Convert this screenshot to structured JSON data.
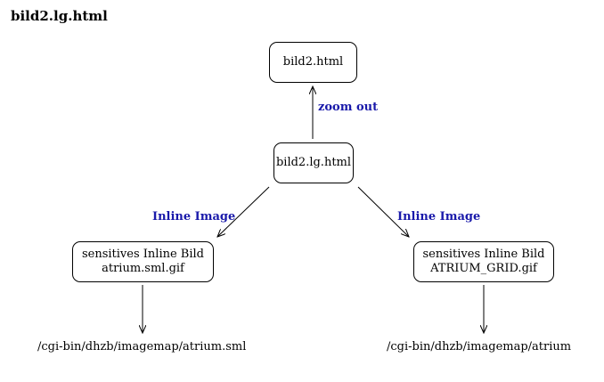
{
  "title": "bild2.lg.html",
  "nodes": {
    "top": {
      "label": "bild2.html"
    },
    "center": {
      "label": "bild2.lg.html"
    },
    "left": {
      "line1": "sensitives Inline Bild",
      "line2": "atrium.sml.gif"
    },
    "right": {
      "line1": "sensitives Inline Bild",
      "line2": "ATRIUM_GRID.gif"
    }
  },
  "edge_labels": {
    "zoom_out": "zoom out",
    "inline_image_left": "Inline Image",
    "inline_image_right": "Inline Image"
  },
  "leaves": {
    "left": "/cgi-bin/dhzb/imagemap/atrium.sml",
    "right": "/cgi-bin/dhzb/imagemap/atrium"
  },
  "colors": {
    "edge_label": "#1a1aaa",
    "line": "#000000"
  }
}
